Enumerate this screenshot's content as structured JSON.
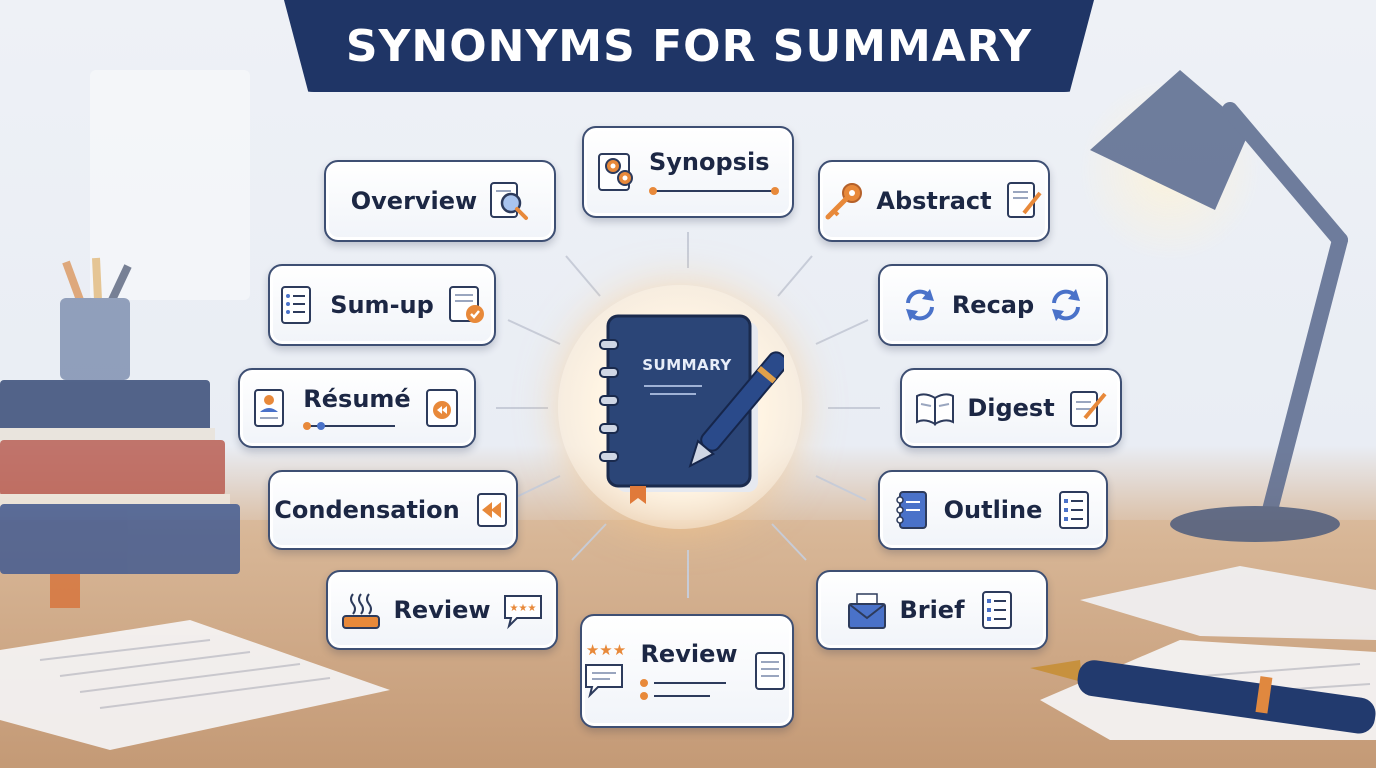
{
  "title": "SYNONYMS FOR SUMMARY",
  "center": {
    "label": "SUMMARY"
  },
  "synonyms": {
    "synopsis": "Synopsis",
    "overview": "Overview",
    "abstract": "Abstract",
    "sum_up": "Sum-up",
    "recap": "Recap",
    "resume": "Résumé",
    "digest": "Digest",
    "condensation": "Condensation",
    "outline": "Outline",
    "review_left": "Review",
    "brief": "Brief",
    "review_bottom": "Review"
  },
  "colors": {
    "navy": "#1f3566",
    "accent_orange": "#e8893a",
    "icon_blue": "#4a72c9",
    "card_border": "#3e4f73"
  },
  "icons": [
    "gears-icon",
    "magnifier-document-icon",
    "key-icon",
    "document-pen-icon",
    "checklist-icon",
    "document-check-icon",
    "refresh-arrows-icon",
    "profile-card-icon",
    "rewind-document-icon",
    "open-book-icon",
    "notepad-pencil-icon",
    "rewind-icon",
    "notebook-icon",
    "list-icon",
    "steam-icon",
    "star-chat-icon",
    "envelope-icon",
    "stars-icon",
    "chat-bubble-icon"
  ]
}
